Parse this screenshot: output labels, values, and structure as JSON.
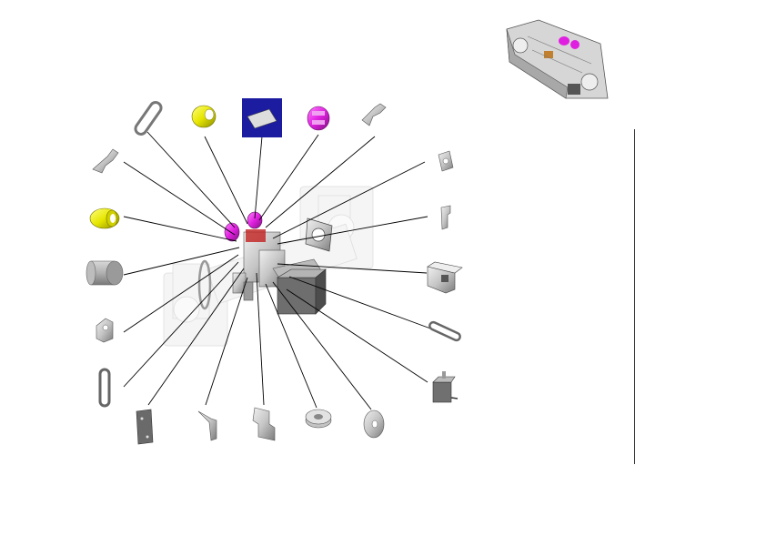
{
  "diagram": {
    "type": "exploded-parts-diagram",
    "colors": {
      "line": "#000000",
      "metal_light": "#d8d8d8",
      "metal_mid": "#a8a8a8",
      "metal_dark": "#6a6a6a",
      "yellow_part": "#e6e600",
      "magenta_part": "#e020e0",
      "highlight_box": "#1c1ca0"
    },
    "parts": [
      {
        "id": "belt-loop-top",
        "icon": "belt-loop"
      },
      {
        "id": "yellow-pulley-small",
        "icon": "yellow-pulley"
      },
      {
        "id": "flat-plate-highlighted",
        "icon": "flat-plate"
      },
      {
        "id": "magenta-pulley-top",
        "icon": "magenta-pulley"
      },
      {
        "id": "bracket-arm-top-right",
        "icon": "bracket-arm"
      },
      {
        "id": "bracket-arm-left",
        "icon": "bracket-arm"
      },
      {
        "id": "yellow-pulley-large",
        "icon": "yellow-pulley"
      },
      {
        "id": "grey-cylinder",
        "icon": "cylinder"
      },
      {
        "id": "hinge-bracket",
        "icon": "hinge-bracket"
      },
      {
        "id": "belt-loop-vertical",
        "icon": "belt-loop"
      },
      {
        "id": "mounting-plate",
        "icon": "plate"
      },
      {
        "id": "angle-bracket",
        "icon": "angle-bracket"
      },
      {
        "id": "bent-plate",
        "icon": "bent-plate"
      },
      {
        "id": "small-gear",
        "icon": "gear"
      },
      {
        "id": "washer-disc",
        "icon": "washer"
      },
      {
        "id": "stepper-motor-small",
        "icon": "motor"
      },
      {
        "id": "belt-loop-right",
        "icon": "belt-loop"
      },
      {
        "id": "motor-mount-bracket",
        "icon": "mount-bracket"
      },
      {
        "id": "clip-part",
        "icon": "clip"
      },
      {
        "id": "square-nut",
        "icon": "nut"
      }
    ]
  }
}
